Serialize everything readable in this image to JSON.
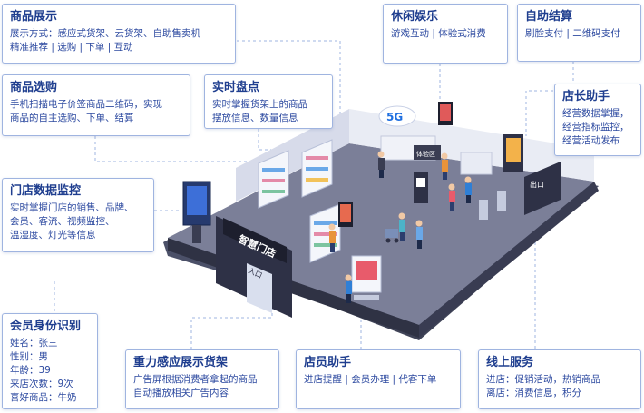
{
  "cards": [
    {
      "id": "product-display",
      "title": "商品展示",
      "desc": "展示方式：感应式货架、云货架、自助售卖机\n精准推荐 | 选购 | 下单 | 互动"
    },
    {
      "id": "leisure",
      "title": "休闲娱乐",
      "desc": "游戏互动 | 体验式消费"
    },
    {
      "id": "self-checkout",
      "title": "自助结算",
      "desc": "刷脸支付 | 二维码支付"
    },
    {
      "id": "product-selection",
      "title": "商品选购",
      "desc": "手机扫描电子价签商品二维码，实现\n商品的自主选购、下单、结算"
    },
    {
      "id": "inventory",
      "title": "实时盘点",
      "desc": "实时掌握货架上的商品\n摆放信息、数量信息"
    },
    {
      "id": "manager-assistant",
      "title": "店长助手",
      "desc": "经营数据掌握，\n经营指标监控，\n经营活动发布"
    },
    {
      "id": "store-monitor",
      "title": "门店数据监控",
      "desc": "实时掌握门店的销售、品牌、\n会员、客流、视频监控、\n温湿度、灯光等信息"
    },
    {
      "id": "member-id",
      "title": "会员身份识别",
      "desc": "姓名：张三\n性别：男\n年龄：39\n来店次数：9次\n喜好商品：牛奶"
    },
    {
      "id": "gravity-shelf",
      "title": "重力感应展示货架",
      "desc": "广告屏根据消费者拿起的商品\n自动播放相关广告内容"
    },
    {
      "id": "clerk-assistant",
      "title": "店员助手",
      "desc": "进店提醒 | 会员办理 | 代客下单"
    },
    {
      "id": "online-service",
      "title": "线上服务",
      "desc": "进店：促销活动，热销商品\n离店：消费信息，积分"
    }
  ],
  "scene": {
    "store_sign": "智慧门店",
    "entrance_label": "入口",
    "exit_label": "出口",
    "network_badge": "5G",
    "experience_label": "体验区"
  }
}
